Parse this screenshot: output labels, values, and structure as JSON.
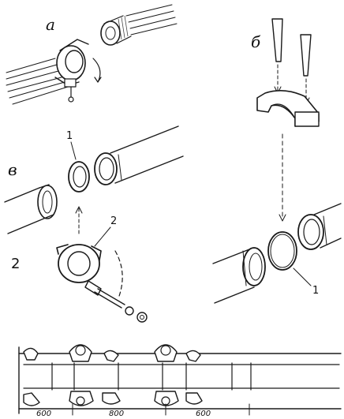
{
  "labels": {
    "a": "а",
    "b": "б",
    "v": "в",
    "num1_top": "1",
    "num2_clamp": "2",
    "num2_left": "2",
    "num1_right": "1"
  },
  "dimensions": {
    "d1": "600",
    "d2": "800",
    "d3": "600"
  }
}
